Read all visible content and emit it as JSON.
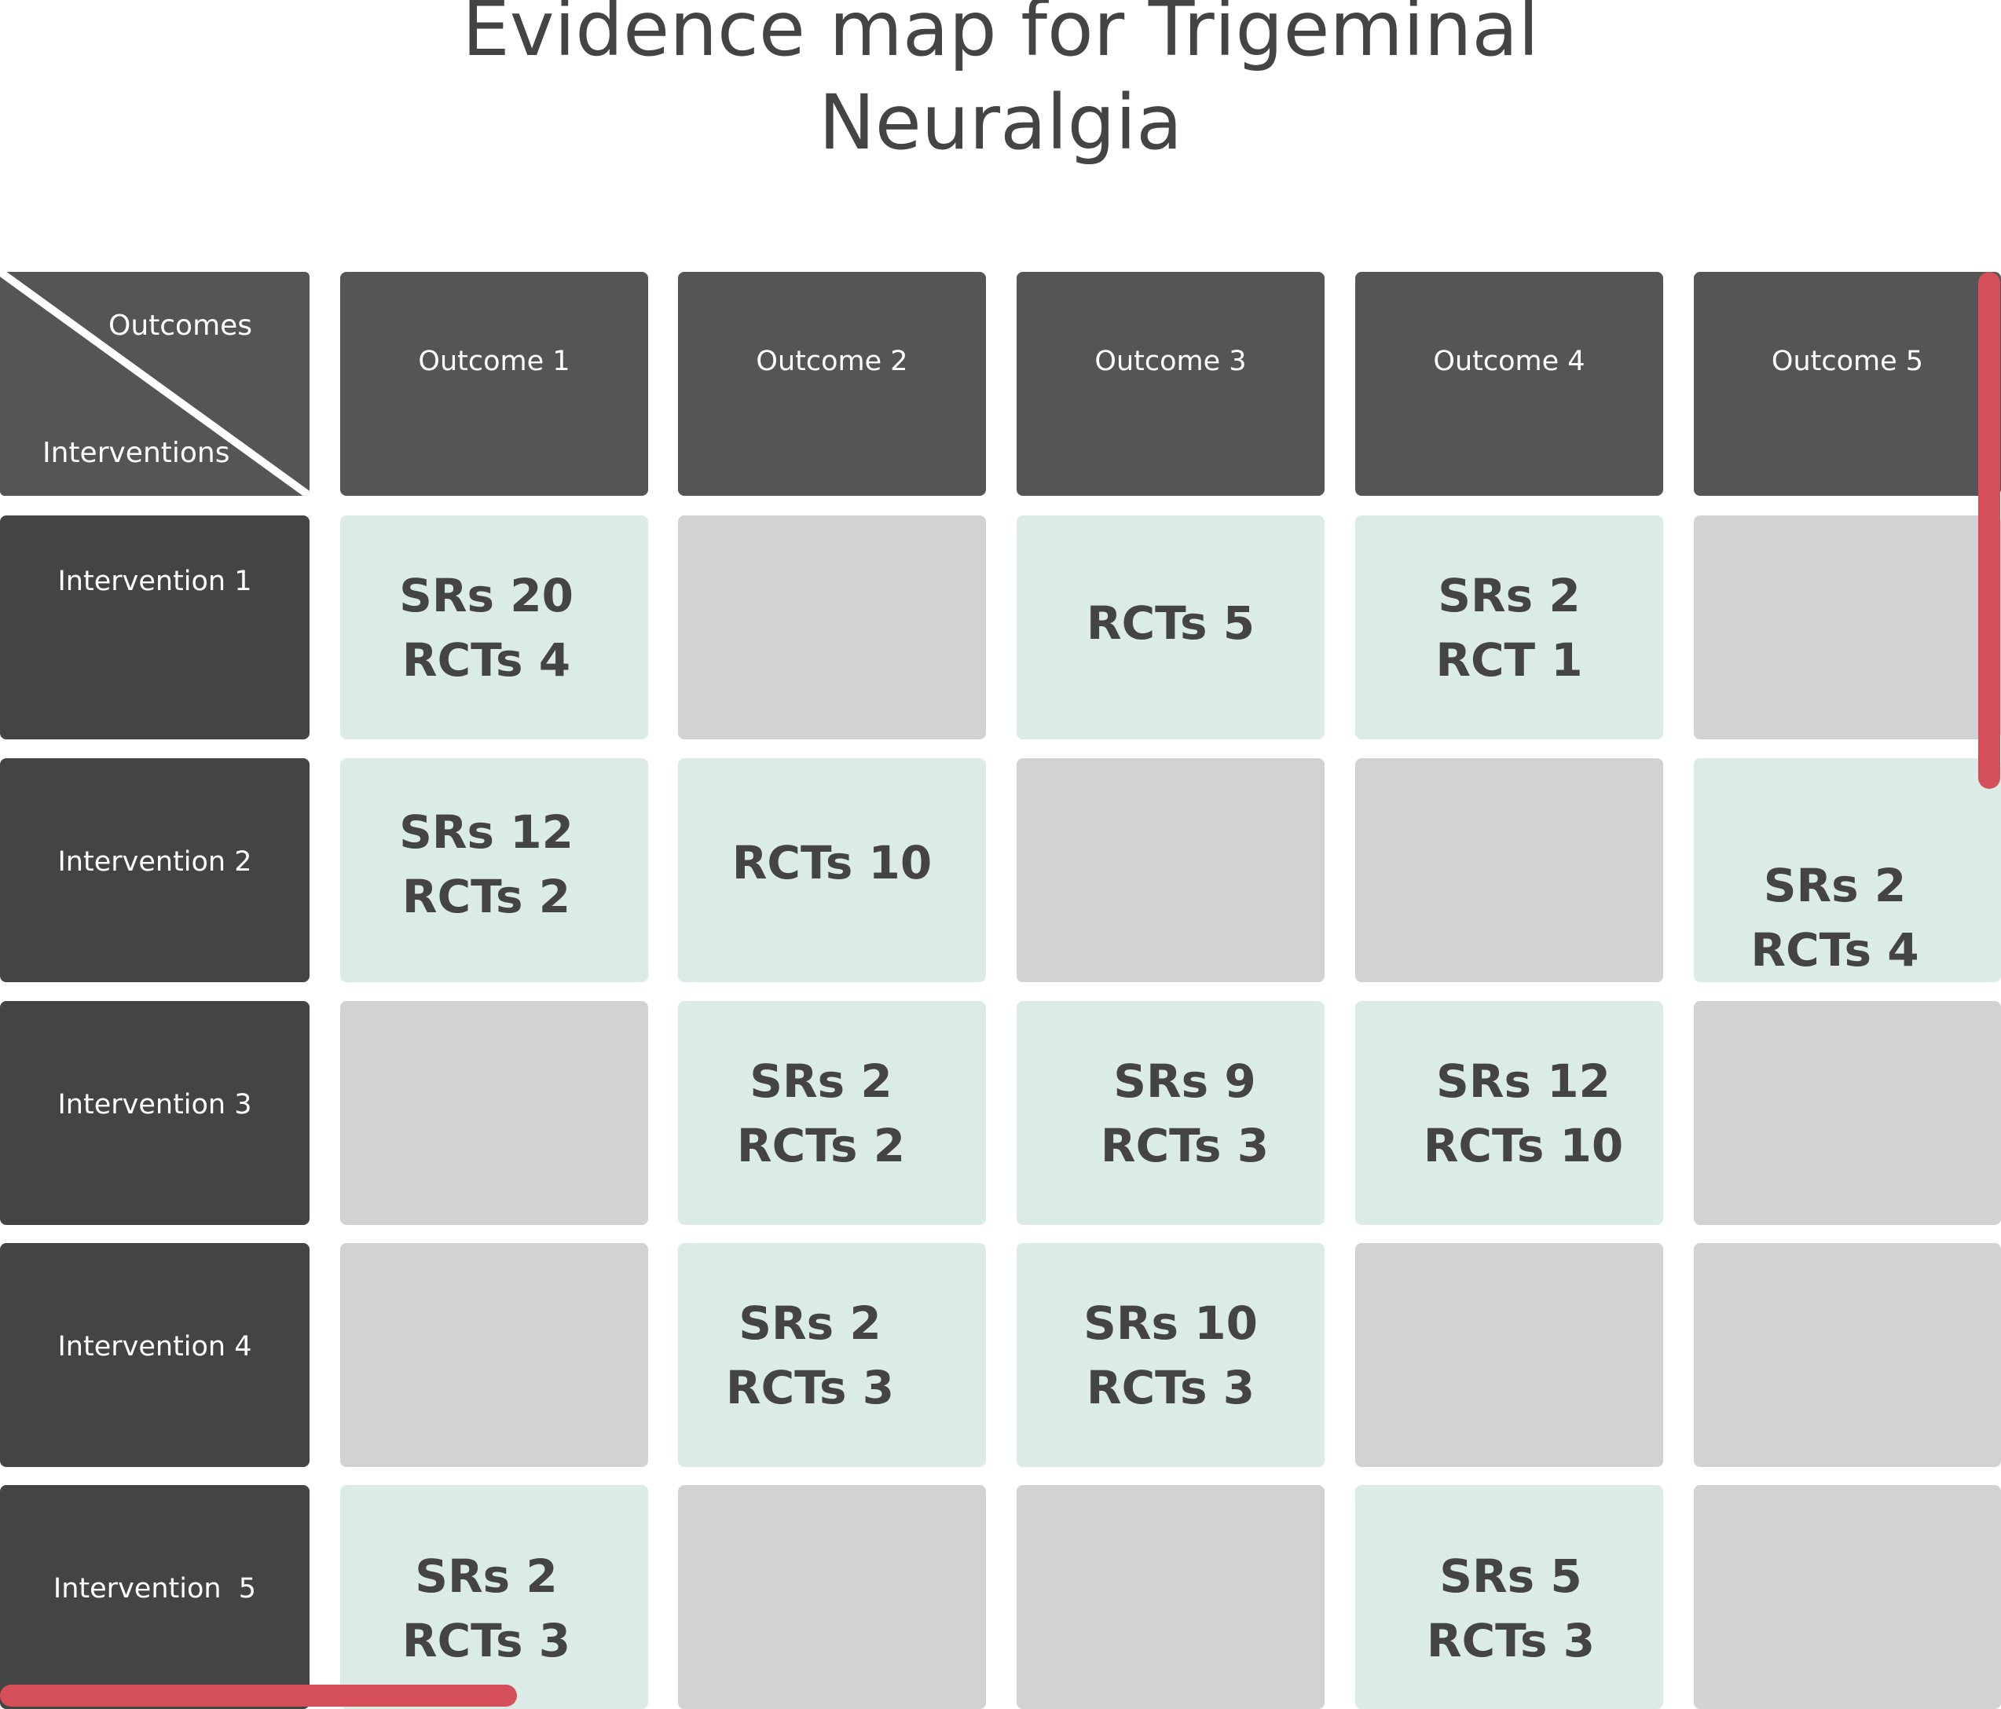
{
  "title_lines": [
    "Evidence map for Trigeminal",
    "Neuralgia"
  ],
  "corner": {
    "top_label": "Outcomes",
    "bottom_label": "Interventions"
  },
  "outcomes": [
    "Outcome 1",
    "Outcome 2",
    "Outcome 3",
    "Outcome 4",
    "Outcome 5"
  ],
  "interventions": [
    "Intervention 1",
    "Intervention 2",
    "Intervention 3",
    "Intervention 4",
    "Intervention  5"
  ],
  "matrix": [
    [
      [
        "SRs 20",
        "RCTs 4"
      ],
      [],
      [
        "RCTs 5"
      ],
      [
        "SRs 2",
        "RCT 1"
      ],
      []
    ],
    [
      [
        "SRs 12",
        "RCTs 2"
      ],
      [
        "RCTs 10"
      ],
      [],
      [],
      [
        "SRs 2",
        "RCTs 4"
      ]
    ],
    [
      [],
      [
        "SRs 2",
        "RCTs 2"
      ],
      [
        "SRs 9",
        "RCTs 3"
      ],
      [
        "SRs 12",
        "RCTs 10"
      ],
      []
    ],
    [
      [],
      [
        "SRs 2",
        "RCTs 3"
      ],
      [
        "SRs 10",
        "RCTs 3"
      ],
      [],
      []
    ],
    [
      [
        "SRs 2",
        "RCTs 3"
      ],
      [],
      [],
      [
        "SRs 5",
        "RCTs 3"
      ],
      []
    ]
  ],
  "colors": {
    "header": "#555555",
    "row_header": "#444444",
    "filled_cell": "#dbece7",
    "empty_cell": "#d2d2d2",
    "scrollbar": "#d44f59"
  }
}
